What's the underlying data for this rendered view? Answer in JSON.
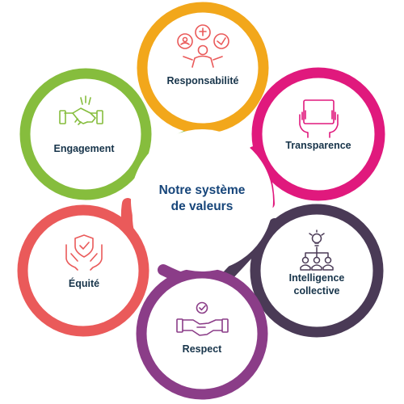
{
  "diagram": {
    "center": {
      "line1": "Notre système",
      "line2": "de valeurs"
    },
    "values": [
      {
        "label": "Responsabilité",
        "color": "#f2a71b",
        "icon": "team-responsibility-icon"
      },
      {
        "label": "Transparence",
        "color": "#e0197d",
        "icon": "transparent-tablet-icon"
      },
      {
        "label_line1": "Intelligence",
        "label_line2": "collective",
        "color": "#4a3a56",
        "icon": "collective-idea-network-icon"
      },
      {
        "label": "Respect",
        "color": "#8b3d88",
        "icon": "handshake-check-icon"
      },
      {
        "label": "Équité",
        "color": "#ea5a5a",
        "icon": "shield-hands-icon"
      },
      {
        "label": "Engagement",
        "color": "#86bd3d",
        "icon": "handshake-icon"
      }
    ]
  }
}
